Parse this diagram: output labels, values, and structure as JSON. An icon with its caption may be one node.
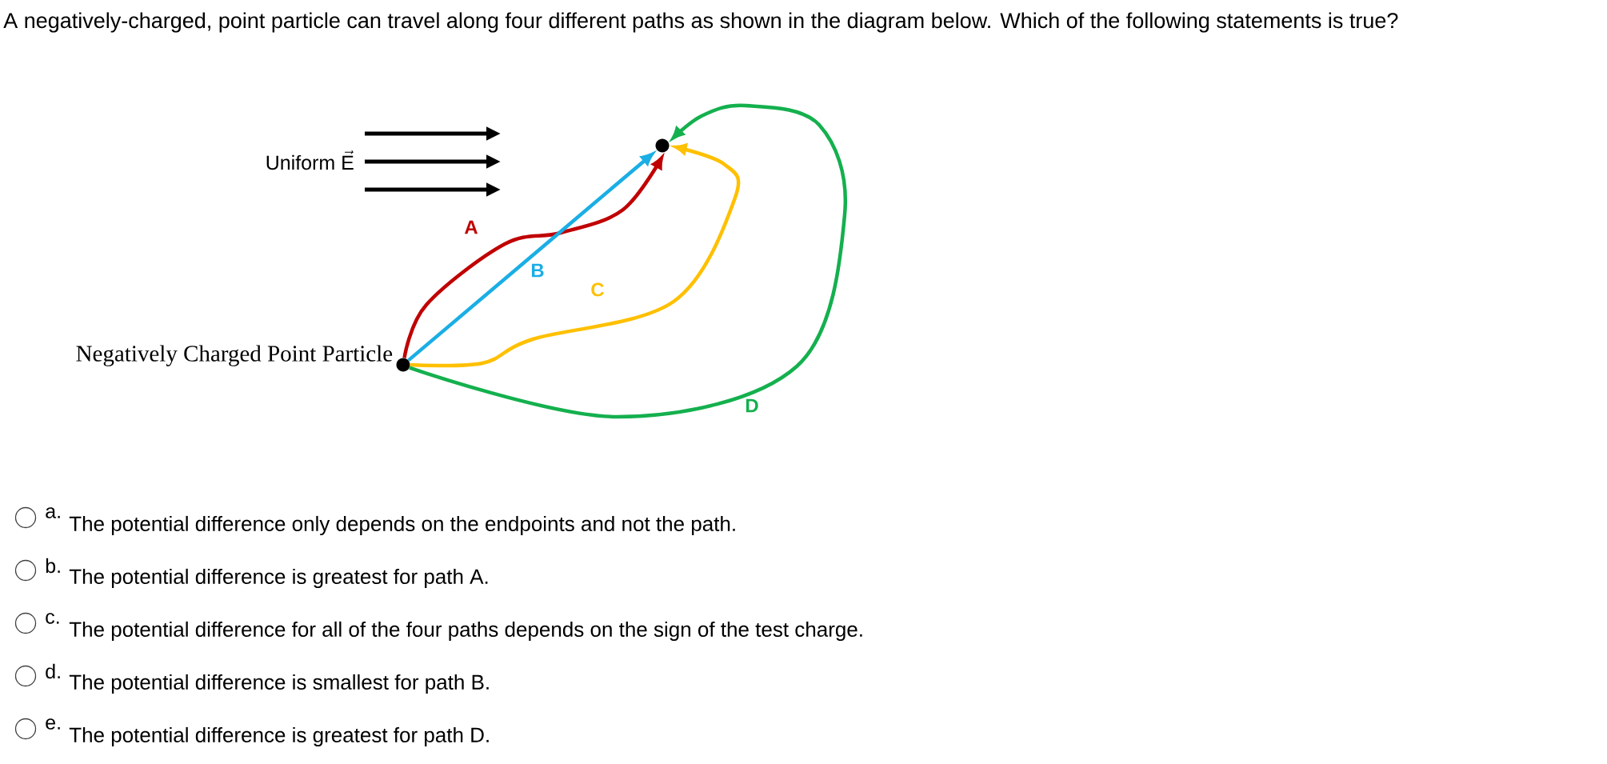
{
  "diagram": {
    "title": "A negatively-charged, point particle can travel along four different paths as shown in the diagram below. Which of the following statements is true?",
    "nodes": [
      {
        "text": [],
        "shape": "circle",
        "beside": [
          "Negatively Charged Point Particle"
        ]
      },
      {
        "text": [],
        "shape": "circle"
      }
    ],
    "edges": [
      {
        "from": 0,
        "to": 1,
        "arrow": "to",
        "label": "A",
        "color": "#c00000"
      },
      {
        "from": 0,
        "to": 1,
        "arrow": "to",
        "label": "B",
        "color": "#1aaee5"
      },
      {
        "from": 0,
        "to": 1,
        "arrow": "to",
        "label": "C",
        "color": "#ffc000"
      },
      {
        "from": 0,
        "to": 1,
        "arrow": "to",
        "label": "D",
        "color": "#14b04e"
      }
    ],
    "labels": [
      "\\mathrm{Uniform}\\;\\vec{\\mathrm{E}}",
      "a.",
      "The potential difference only depends on the endpoints and not the path.",
      "b.",
      "The potential difference is greatest for path A.",
      "c.",
      "The potential difference for all of the four paths depends on the sign of the test charge.",
      "d.",
      "The potential difference is smallest for path B.",
      "e.",
      "The potential difference is greatest for path D."
    ]
  }
}
